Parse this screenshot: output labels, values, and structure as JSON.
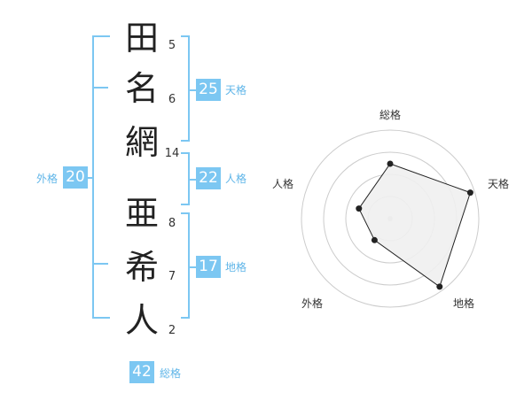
{
  "name_chars": [
    {
      "char": "田",
      "strokes": "5"
    },
    {
      "char": "名",
      "strokes": "6"
    },
    {
      "char": "網",
      "strokes": "14"
    },
    {
      "char": "亜",
      "strokes": "8"
    },
    {
      "char": "希",
      "strokes": "7"
    },
    {
      "char": "人",
      "strokes": "2"
    }
  ],
  "kakusu": {
    "tenkaku": {
      "value": "25",
      "label": "天格"
    },
    "jinkaku": {
      "value": "22",
      "label": "人格"
    },
    "chikaku": {
      "value": "17",
      "label": "地格"
    },
    "gaikaku": {
      "value": "20",
      "label": "外格"
    },
    "soukaku": {
      "value": "42",
      "label": "総格"
    }
  },
  "radar": {
    "axis_labels": [
      "総格",
      "天格",
      "地格",
      "外格",
      "人格"
    ],
    "levels": [
      0.62,
      0.95,
      0.95,
      0.3,
      0.37
    ],
    "colors": {
      "accent": "#7cc7f2",
      "polygon_fill": "#f0f0f0",
      "polygon_stroke": "#222222",
      "grid": "#cccccc"
    }
  }
}
